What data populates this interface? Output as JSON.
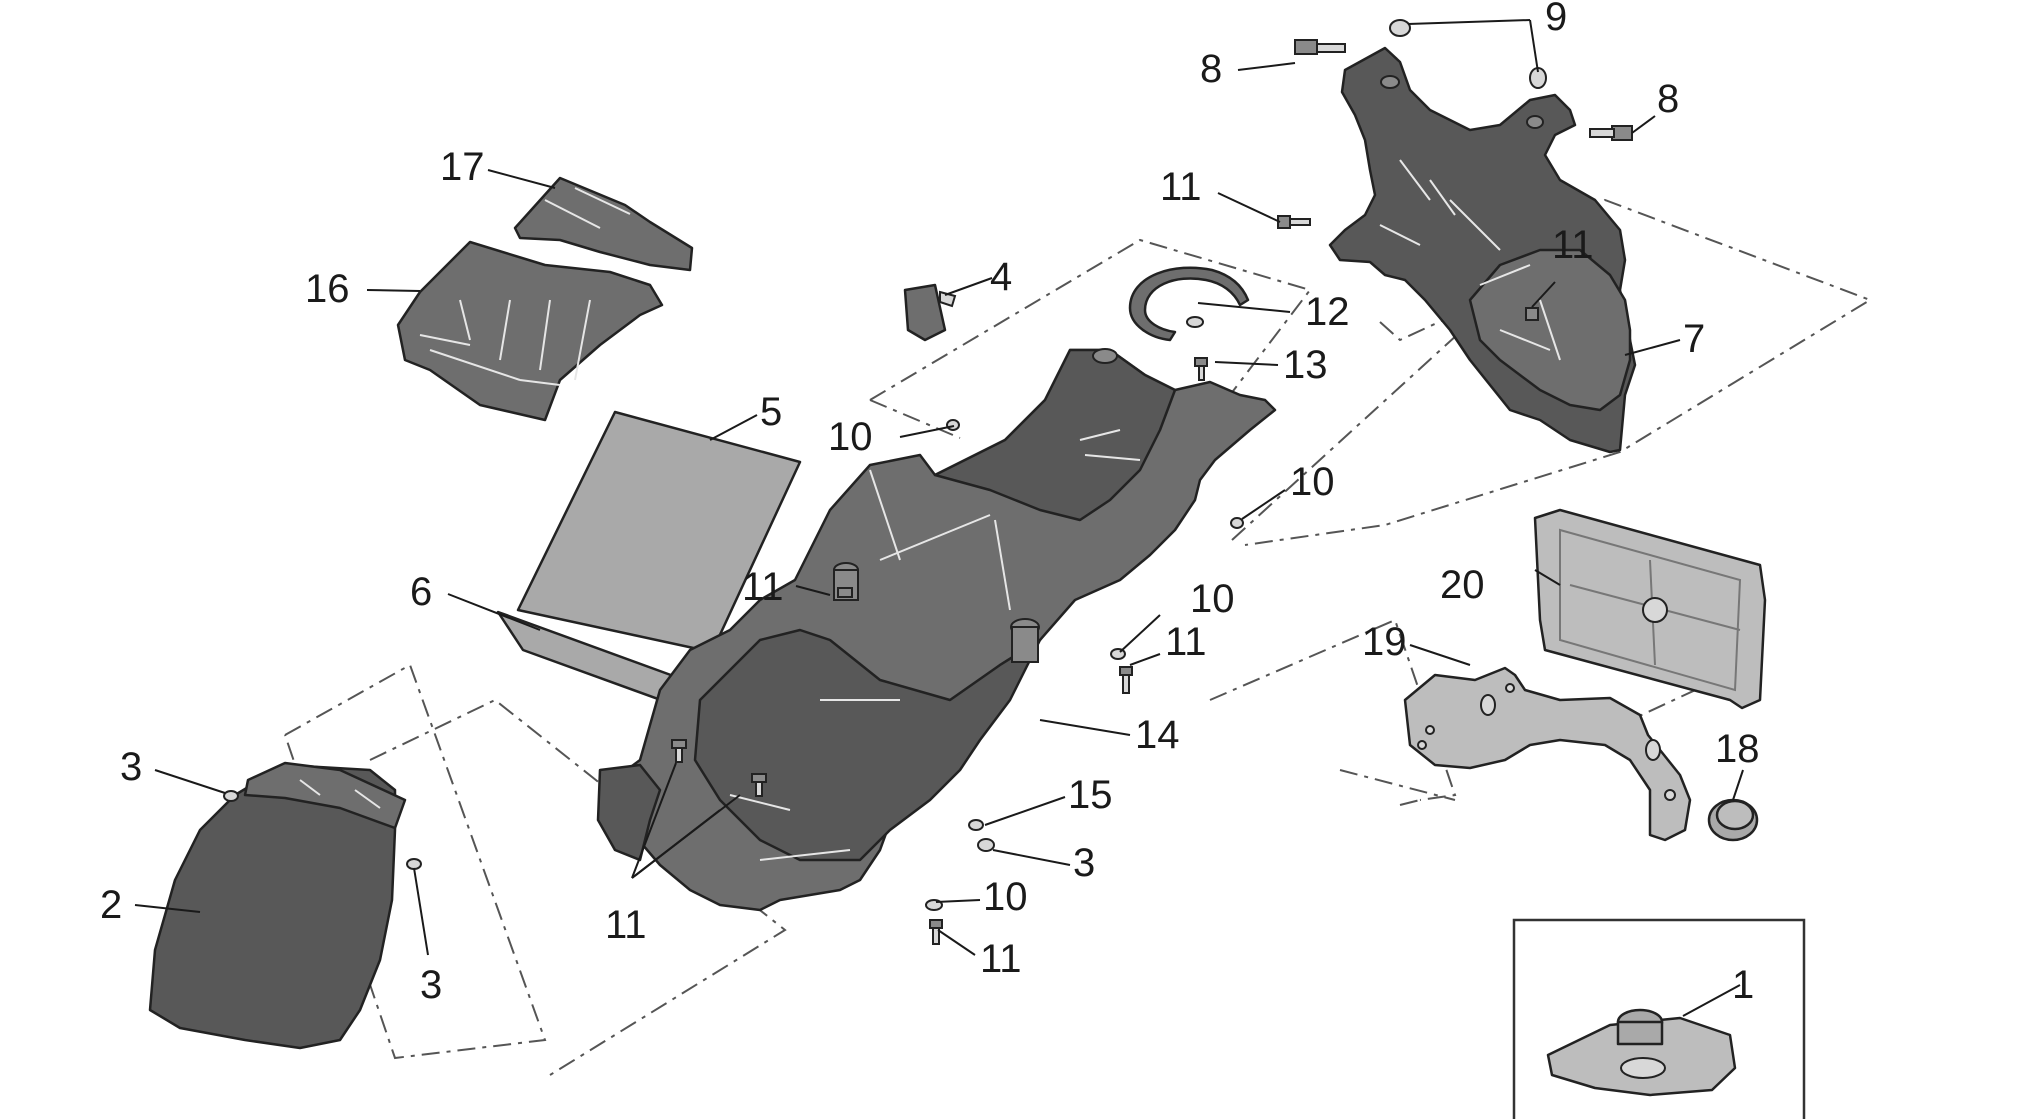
{
  "callouts": [
    {
      "id": "c1",
      "text": "1"
    },
    {
      "id": "c2",
      "text": "2"
    },
    {
      "id": "c3a",
      "text": "3"
    },
    {
      "id": "c3b",
      "text": "3"
    },
    {
      "id": "c3c",
      "text": "3"
    },
    {
      "id": "c4",
      "text": "4"
    },
    {
      "id": "c5",
      "text": "5"
    },
    {
      "id": "c6",
      "text": "6"
    },
    {
      "id": "c7",
      "text": "7"
    },
    {
      "id": "c8a",
      "text": "8"
    },
    {
      "id": "c8b",
      "text": "8"
    },
    {
      "id": "c9",
      "text": "9"
    },
    {
      "id": "c10a",
      "text": "10"
    },
    {
      "id": "c10b",
      "text": "10"
    },
    {
      "id": "c10c",
      "text": "10"
    },
    {
      "id": "c10d",
      "text": "10"
    },
    {
      "id": "c11a",
      "text": "11"
    },
    {
      "id": "c11b",
      "text": "11"
    },
    {
      "id": "c11c",
      "text": "11"
    },
    {
      "id": "c11d",
      "text": "11"
    },
    {
      "id": "c11e",
      "text": "11"
    },
    {
      "id": "c11f",
      "text": "11"
    },
    {
      "id": "c12",
      "text": "12"
    },
    {
      "id": "c13",
      "text": "13"
    },
    {
      "id": "c14",
      "text": "14"
    },
    {
      "id": "c15",
      "text": "15"
    },
    {
      "id": "c16",
      "text": "16"
    },
    {
      "id": "c17",
      "text": "17"
    },
    {
      "id": "c18",
      "text": "18"
    },
    {
      "id": "c19",
      "text": "19"
    },
    {
      "id": "c20",
      "text": "20"
    }
  ]
}
